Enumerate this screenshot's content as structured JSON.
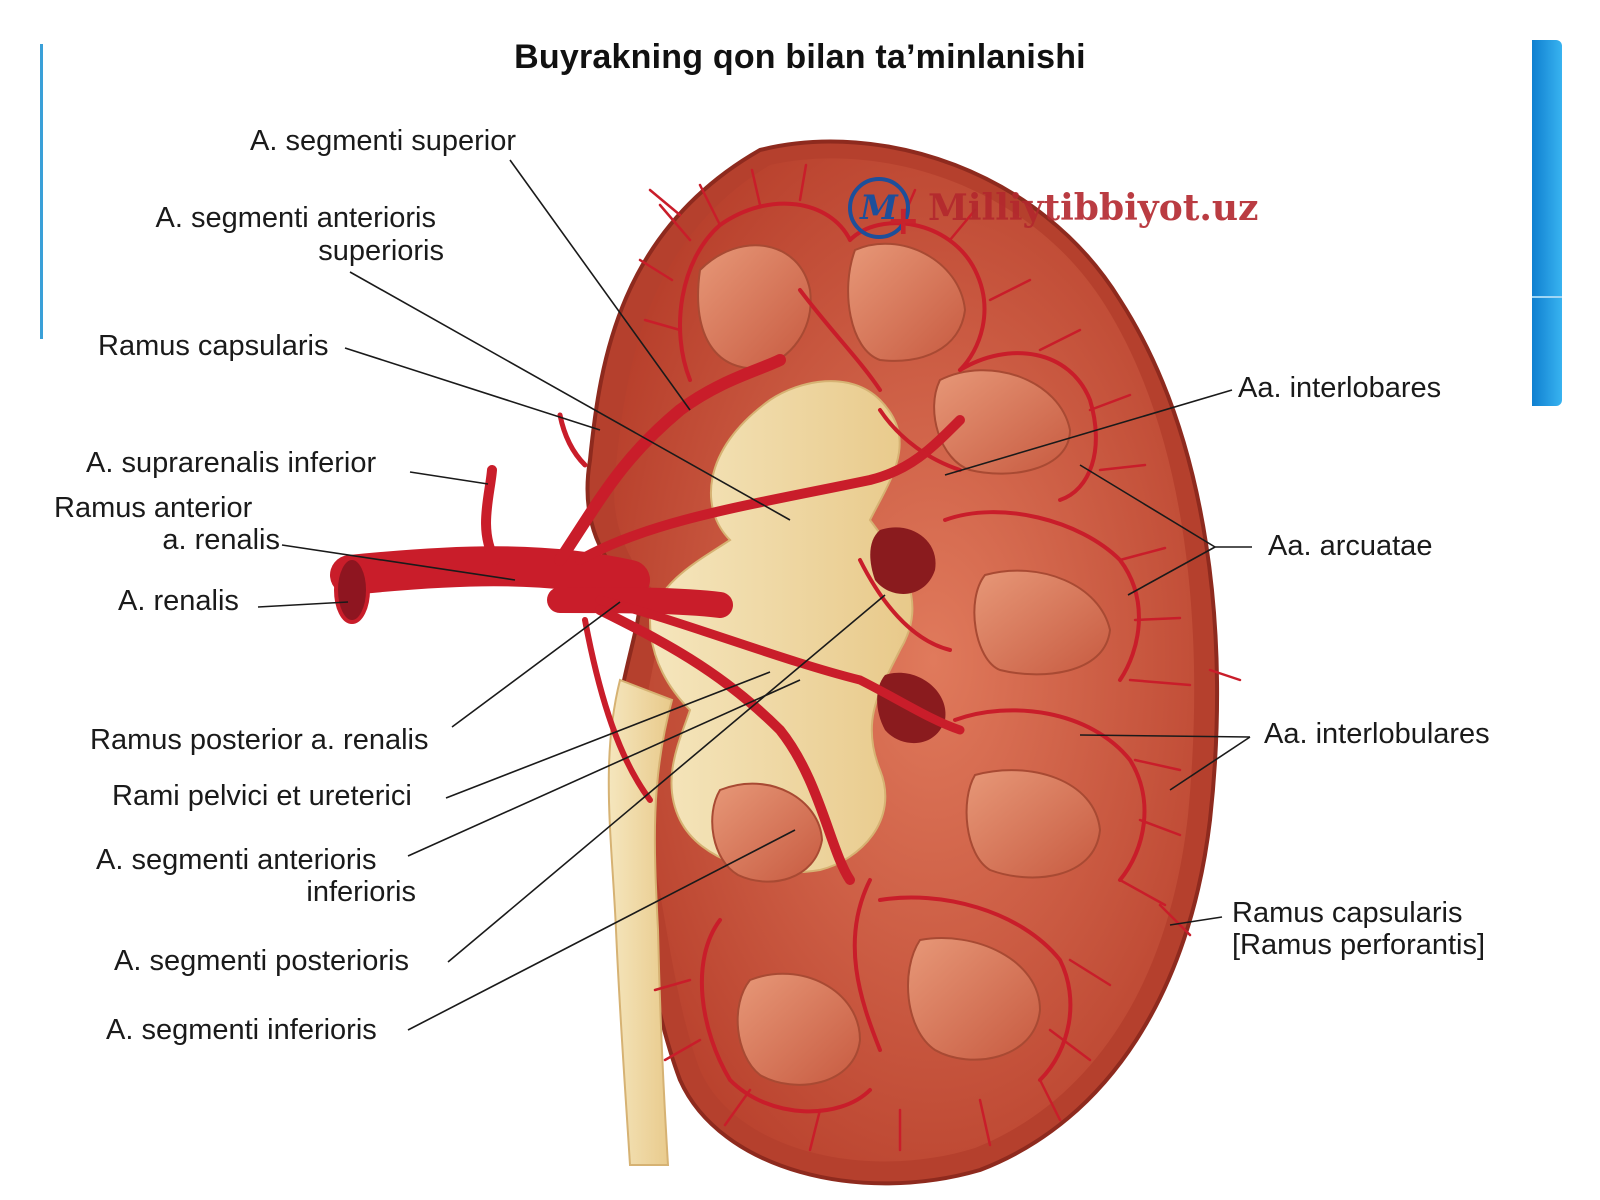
{
  "title": "Buyrakning qon bilan ta’minlanishi",
  "watermark": {
    "logo": "M",
    "text": "Milliytibbiyot.uz"
  },
  "labels": {
    "seg_superior": "A. segmenti superior",
    "seg_ant_sup_1": "A. segmenti anterioris",
    "seg_ant_sup_2": "superioris",
    "ramus_caps": "Ramus capsularis",
    "supraren_inf": "A. suprarenalis inferior",
    "ramus_ant_1": "Ramus anterior",
    "ramus_ant_2": "a. renalis",
    "renalis": "A. renalis",
    "ramus_post": "Ramus posterior a. renalis",
    "rami_pelv": "Rami pelvici et ureterici",
    "seg_ant_inf_1": "A. segmenti anterioris",
    "seg_ant_inf_2": "inferioris",
    "seg_post": "A. segmenti posterioris",
    "seg_inf": "A. segmenti inferioris",
    "interlobares": "Aa. interlobares",
    "arcuatae": "Aa. arcuatae",
    "interlobulares": "Aa. interlobulares",
    "ramus_caps_perf_1": "Ramus capsularis",
    "ramus_caps_perf_2": "[Ramus perforantis]"
  },
  "colors": {
    "artery": "#c91d2a",
    "cortex": "#c9503a",
    "medulla": "#d8826a",
    "pelvis": "#f0d9a6",
    "leader": "#1a1a1a"
  }
}
